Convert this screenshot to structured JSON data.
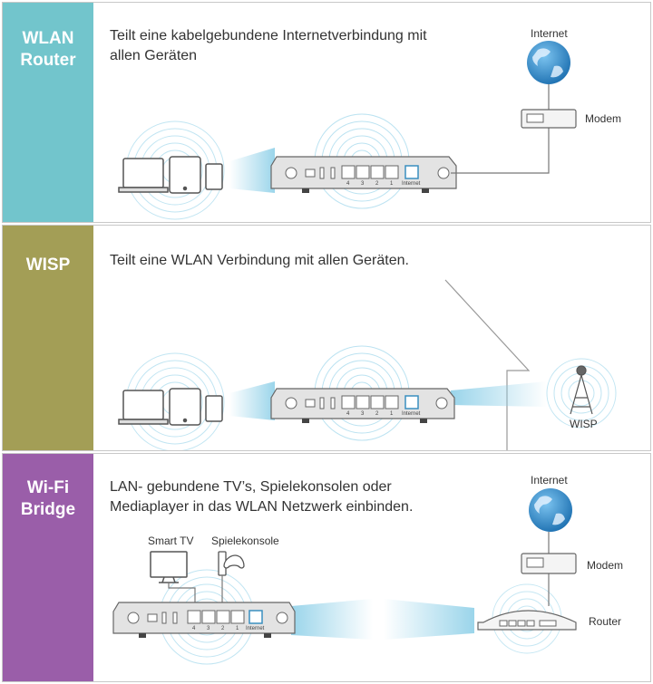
{
  "colors": {
    "router_panel": "#72c5cc",
    "wisp_panel": "#a39e56",
    "bridge_panel": "#9a5ea9",
    "signal_blue": "#8fd0e8",
    "globe_blue": "#2a89c8"
  },
  "panels": [
    {
      "title": "WLAN\nRouter",
      "description": "Teilt eine kabelgebundene Internetverbindung mit\nallen Geräten",
      "labels": {
        "internet": "Internet",
        "modem": "Modem"
      },
      "router_ports": {
        "p4": "4",
        "p3": "3",
        "p2": "2",
        "p1": "1",
        "wan": "Internet"
      },
      "icons": [
        "laptop-icon",
        "tablet-icon",
        "phone-icon",
        "router-icon",
        "globe-icon",
        "modem-icon"
      ]
    },
    {
      "title": "WISP",
      "description": "Teilt eine WLAN Verbindung mit allen Geräten.",
      "labels": {
        "wisp": "WISP"
      },
      "router_ports": {
        "p4": "4",
        "p3": "3",
        "p2": "2",
        "p1": "1",
        "wan": "Internet"
      },
      "icons": [
        "laptop-icon",
        "tablet-icon",
        "phone-icon",
        "router-icon",
        "antenna-tower-icon"
      ]
    },
    {
      "title": "Wi-Fi\nBridge",
      "description": "LAN- gebundene TV’s, Spielekonsolen oder\nMediaplayer in das WLAN Netzwerk einbinden.",
      "labels": {
        "smart_tv": "Smart TV",
        "console": "Spielekonsole",
        "internet": "Internet",
        "modem": "Modem",
        "router": "Router"
      },
      "router_ports": {
        "p4": "4",
        "p3": "3",
        "p2": "2",
        "p1": "1",
        "wan": "Internet"
      },
      "icons": [
        "tv-icon",
        "game-console-icon",
        "router-icon",
        "globe-icon",
        "modem-icon",
        "wifi-router-icon"
      ]
    }
  ]
}
